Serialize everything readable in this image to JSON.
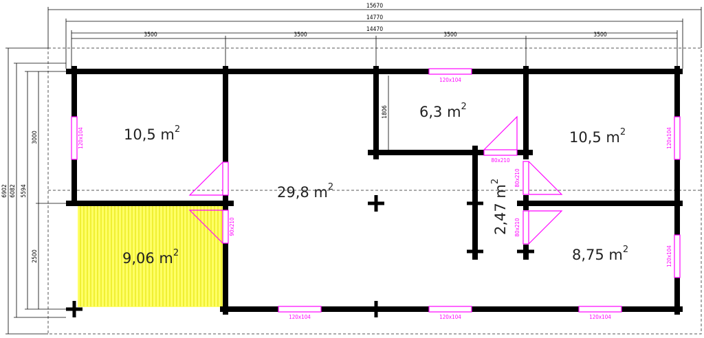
{
  "colors": {
    "wall": "#000000",
    "opening": "#ff00ff",
    "terrace_fill": "#ffff66",
    "terrace_line": "#e0e000",
    "dashed": "#555555"
  },
  "dimensions": {
    "overall_roof": "15670",
    "overall_walls": "14770",
    "overall_inner": "14470",
    "bay_1": "3500",
    "bay_2": "3500",
    "bay_3": "3500",
    "bay_4": "3500",
    "depth_roof": "6902",
    "depth_walls": "6082",
    "depth_inner": "5594",
    "depth_upper": "3000",
    "depth_lower": "2500",
    "wc_wall": "1806"
  },
  "rooms": {
    "room_top_left": {
      "value": "10,5 m",
      "sup": "2"
    },
    "living": {
      "value": "29,8 m",
      "sup": "2"
    },
    "wc": {
      "value": "6,3 m",
      "sup": "2"
    },
    "room_top_right": {
      "value": "10,5 m",
      "sup": "2"
    },
    "terrace": {
      "value": "9,06 m",
      "sup": "2"
    },
    "hall": {
      "value": "2,47 m",
      "sup": "2"
    },
    "room_bottom_right": {
      "value": "8,75 m",
      "sup": "2"
    }
  },
  "openings": {
    "window_top": "120x104",
    "window_left": "120x104",
    "window_right_top": "120x104",
    "window_right_bottom": "120x104",
    "window_bottom_1": "120x104",
    "window_bottom_2": "120x104",
    "window_bottom_3": "120x104",
    "door_terrace": "90x210",
    "door_wc": "80x210",
    "door_room_right_top": "80x210",
    "door_room_right_bottom": "80x210"
  }
}
